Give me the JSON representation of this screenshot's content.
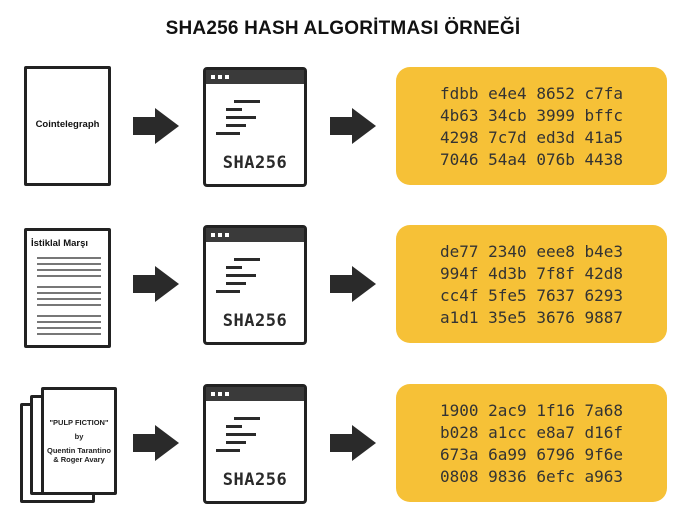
{
  "title": "SHA256 HASH ALGORİTMASI ÖRNEĞİ",
  "rows": [
    {
      "input_label": "Cointelegraph",
      "algorithm": "SHA256",
      "hash_lines": [
        "fdbb e4e4 8652 c7fa",
        "4b63 34cb 3999 bffc",
        "4298 7c7d ed3d 41a5",
        "7046 54a4 076b 4438"
      ]
    },
    {
      "input_label": "İstiklal Marşı",
      "algorithm": "SHA256",
      "hash_lines": [
        "de77 2340 eee8 b4e3",
        "994f 4d3b 7f8f 42d8",
        "cc4f 5fe5 7637 6293",
        "a1d1 35e5 3676 9887"
      ]
    },
    {
      "input_lines": [
        "\"PULP FICTION\"",
        "by",
        "Quentin Tarantino",
        "& Roger Avary"
      ],
      "algorithm": "SHA256",
      "hash_lines": [
        "1900 2ac9 1f16 7a68",
        "b028 a1cc e8a7 d16f",
        "673a 6a99 6796 9f6e",
        "0808 9836 6efc a963"
      ]
    }
  ],
  "colors": {
    "hash_box": "#f6c137",
    "ink": "#2a2a2a"
  },
  "icons": [
    "document-icon",
    "arrow-right-icon",
    "hash-window-icon",
    "document-stack-icon"
  ]
}
